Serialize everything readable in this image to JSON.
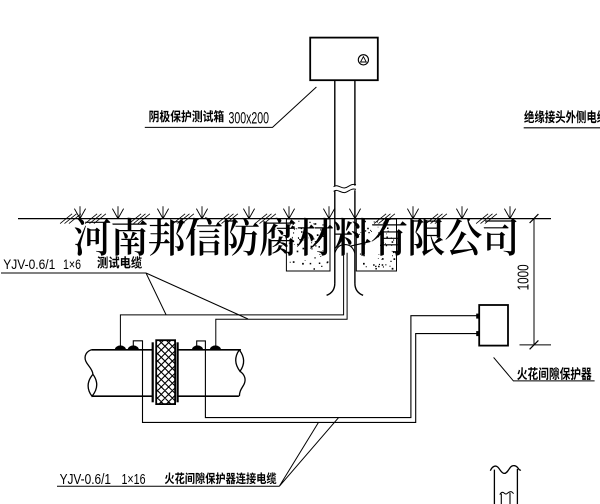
{
  "watermark": "河南邦信防腐材料有限公司",
  "labels": {
    "test_box": {
      "text": "阴极保护测试箱",
      "size": "300x200"
    },
    "insulating_joint_outer_cable": "绝缘接头外侧电缆",
    "test_cable": {
      "spec": "YJV-0.6/1",
      "count": "1×6",
      "name": "测试电缆"
    },
    "spark_gap_protector": "火花间隙保护器",
    "spark_gap_cable": {
      "spec": "YJV-0.6/1",
      "count": "1×16",
      "name": "火花间隙保护器连接电缆"
    },
    "burial_depth": "1000"
  },
  "colors": {
    "line": "#000000",
    "background": "#ffffff"
  }
}
